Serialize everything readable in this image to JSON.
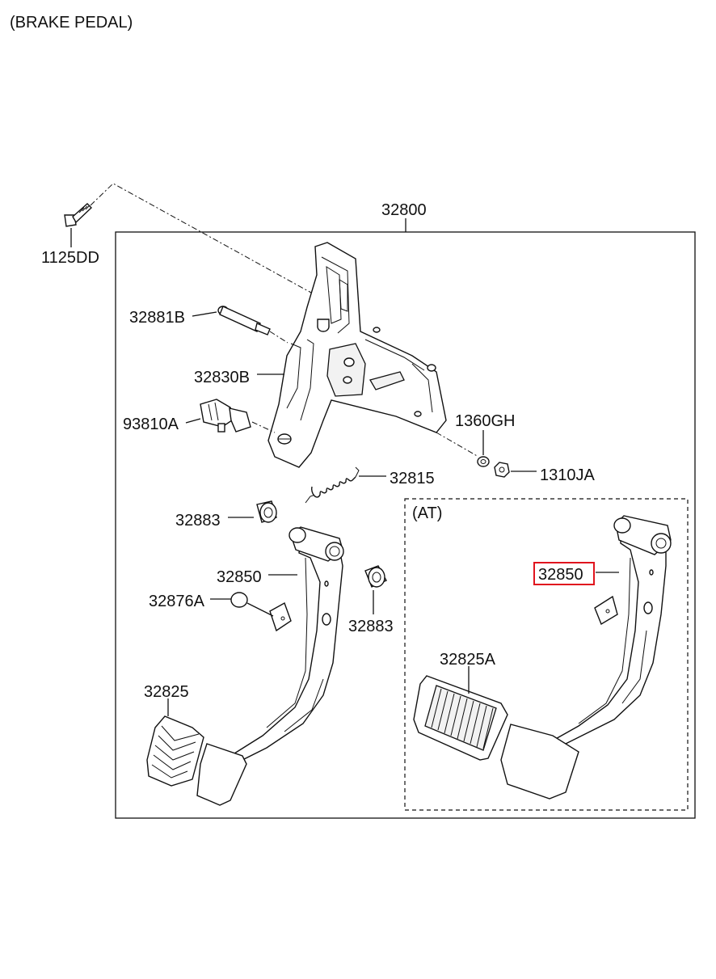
{
  "title": "(BRAKE PEDAL)",
  "highlight_color": "#e0141e",
  "labels": {
    "assembly": "32800",
    "bolt": "1125DD",
    "pin": "32881B",
    "bracket": "32830B",
    "switch": "93810A",
    "nut_flange": "1360GH",
    "nut": "1310JA",
    "spring": "32815",
    "bushing_left": "32883",
    "pedal_arm_mt": "32850",
    "stopper": "32876A",
    "bushing_right": "32883",
    "pad_mt": "32825",
    "at_section": "(AT)",
    "pedal_arm_at": "32850",
    "pad_at": "32825A"
  }
}
